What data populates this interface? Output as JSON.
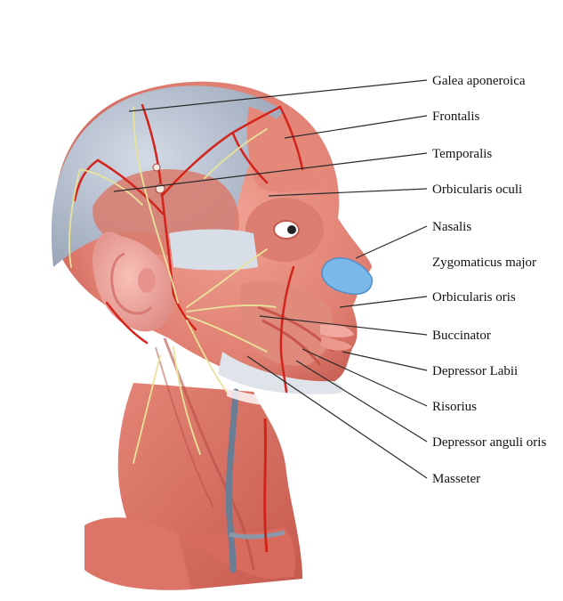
{
  "labels": [
    "Galea aponeroica",
    "Frontalis",
    "Temporalis",
    "Orbicularis oculi",
    "Nasalis",
    "Zygomaticus major",
    "Orbicularis oris",
    "Buccinator",
    "Depressor Labii",
    "Risorius",
    "Depressor anguli oris",
    "Masseter"
  ],
  "colors": {
    "skin": "#e58a7c",
    "muscle_dark": "#c9564d",
    "fascia": "#b9c3d3",
    "artery": "#d3241c",
    "nerve": "#e8e39a",
    "vein": "#6a7d94",
    "nose_cartilage": "#7ab8ea",
    "ear": "#f0a0a0",
    "leader_line": "#2b2b2b"
  }
}
